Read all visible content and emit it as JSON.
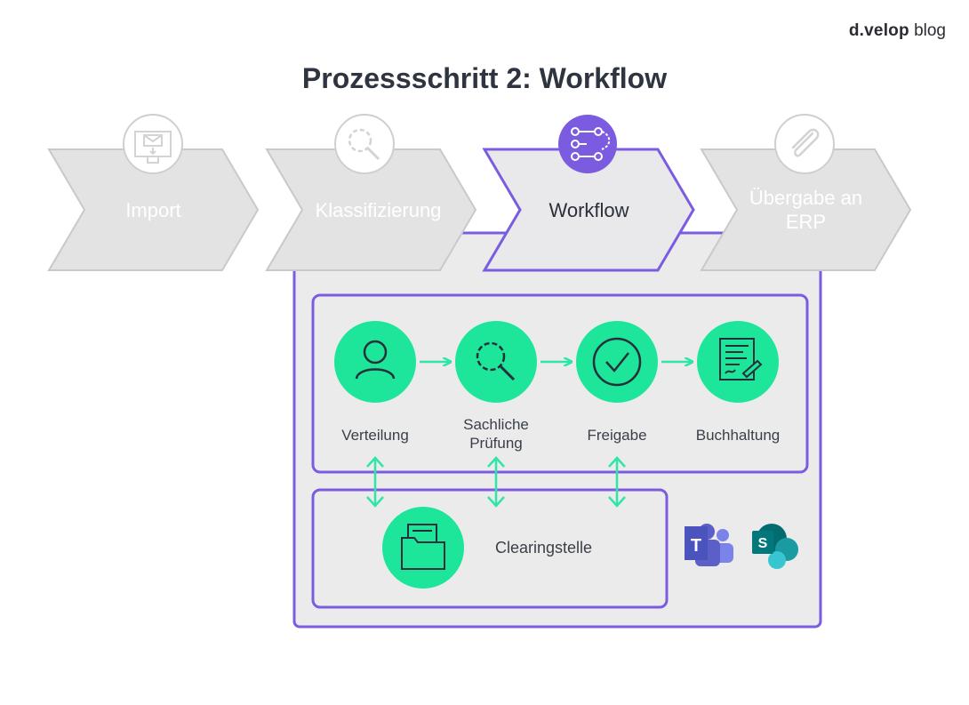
{
  "brand": {
    "part1": "d.velop",
    "part2": " blog"
  },
  "title": "Prozessschritt 2: Workflow",
  "steps": [
    {
      "label": "Import",
      "icon": "monitor-mail-icon"
    },
    {
      "label": "Klassifizierung",
      "icon": "magnifier-icon"
    },
    {
      "label": "Workflow",
      "icon": "workflow-icon",
      "active": true
    },
    {
      "label_line1": "Übergabe an",
      "label_line2": "ERP",
      "icon": "paperclip-icon"
    }
  ],
  "workflow_nodes": [
    {
      "label": "Verteilung",
      "icon": "person-icon"
    },
    {
      "label_line1": "Sachliche",
      "label_line2": "Prüfung",
      "icon": "magnifier-icon"
    },
    {
      "label": "Freigabe",
      "icon": "checkmark-icon"
    },
    {
      "label": "Buchhaltung",
      "icon": "document-sign-icon"
    }
  ],
  "clearing": {
    "label": "Clearingstelle",
    "icon": "folder-icon"
  },
  "integrations": [
    {
      "name": "teams-logo",
      "letter": "T"
    },
    {
      "name": "sharepoint-logo",
      "letter": "S"
    }
  ],
  "colors": {
    "purple": "#7b5ce0",
    "green": "#1de59a",
    "arrow_green": "#2fe6a6",
    "gray_fill": "#e9e9eb",
    "inactive_step": "#e3e3e4",
    "text_dark": "#2f3540"
  }
}
